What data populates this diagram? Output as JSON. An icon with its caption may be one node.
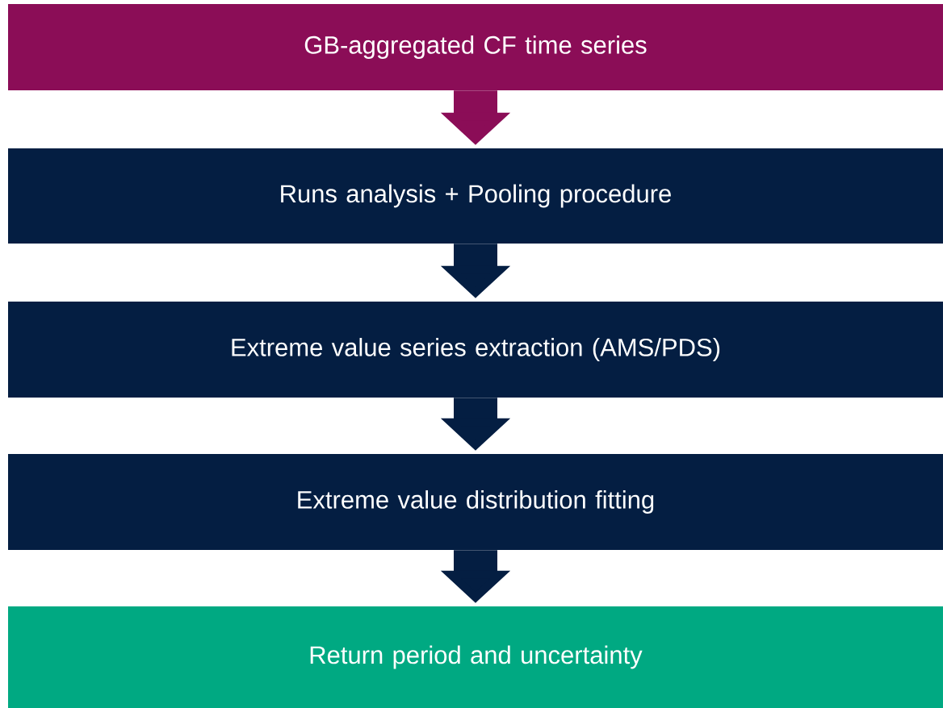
{
  "diagram": {
    "nodes": [
      {
        "text": [
          "GB-aggregated CF time series"
        ]
      },
      {
        "text": [
          "Runs analysis + Pooling procedure"
        ]
      },
      {
        "text": [
          "Extreme value series extraction (AMS/PDS)"
        ]
      },
      {
        "text": [
          "Extreme value distribution fitting"
        ]
      },
      {
        "text": [
          "Return period and uncertainty"
        ]
      }
    ],
    "edges": [
      {
        "from": 0,
        "to": 1,
        "arrow": "to",
        "color": "#8b0d57"
      },
      {
        "from": 1,
        "to": 2,
        "arrow": "to"
      },
      {
        "from": 2,
        "to": 3,
        "arrow": "to"
      },
      {
        "from": 3,
        "to": 4,
        "arrow": "to"
      }
    ]
  }
}
